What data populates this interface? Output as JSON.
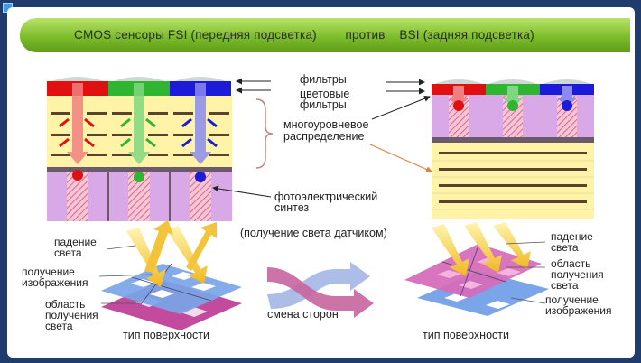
{
  "title": "CMOS сенсоры FSI (передняя подсветка)        против    BSI (задняя подсветка)",
  "labels": {
    "filters": "фильтры",
    "color_filters_1": "цветовые",
    "color_filters_2": "фильтры",
    "multilevel_1": "многоуровневое",
    "multilevel_2": "распределение",
    "photo_1": "фотоэлектрический",
    "photo_2": "синтез",
    "receive_light": "(получение света датчиком)",
    "left_incidence_1": "падение",
    "left_incidence_2": "света",
    "left_image_1": "получение",
    "left_image_2": "изображения",
    "left_area_1": "область",
    "left_area_2": "получения",
    "left_area_3": "света",
    "swap": "смена сторон",
    "surface_left": "тип поверхности",
    "surface_right": "тип поверхности",
    "right_incidence_1": "падение",
    "right_incidence_2": "света",
    "right_area_1": "область",
    "right_area_2": "получения",
    "right_area_3": "света",
    "right_image_1": "получение",
    "right_image_2": "изображения"
  },
  "colors": {
    "banner": "#7dbd2a",
    "red_filter": "#e01010",
    "green_filter": "#2fb52f",
    "blue_filter": "#1b1bd8",
    "metal_layer": "#f7ef9d",
    "substrate": "#d9a8e6",
    "swap_arrow": "#c7659d"
  }
}
